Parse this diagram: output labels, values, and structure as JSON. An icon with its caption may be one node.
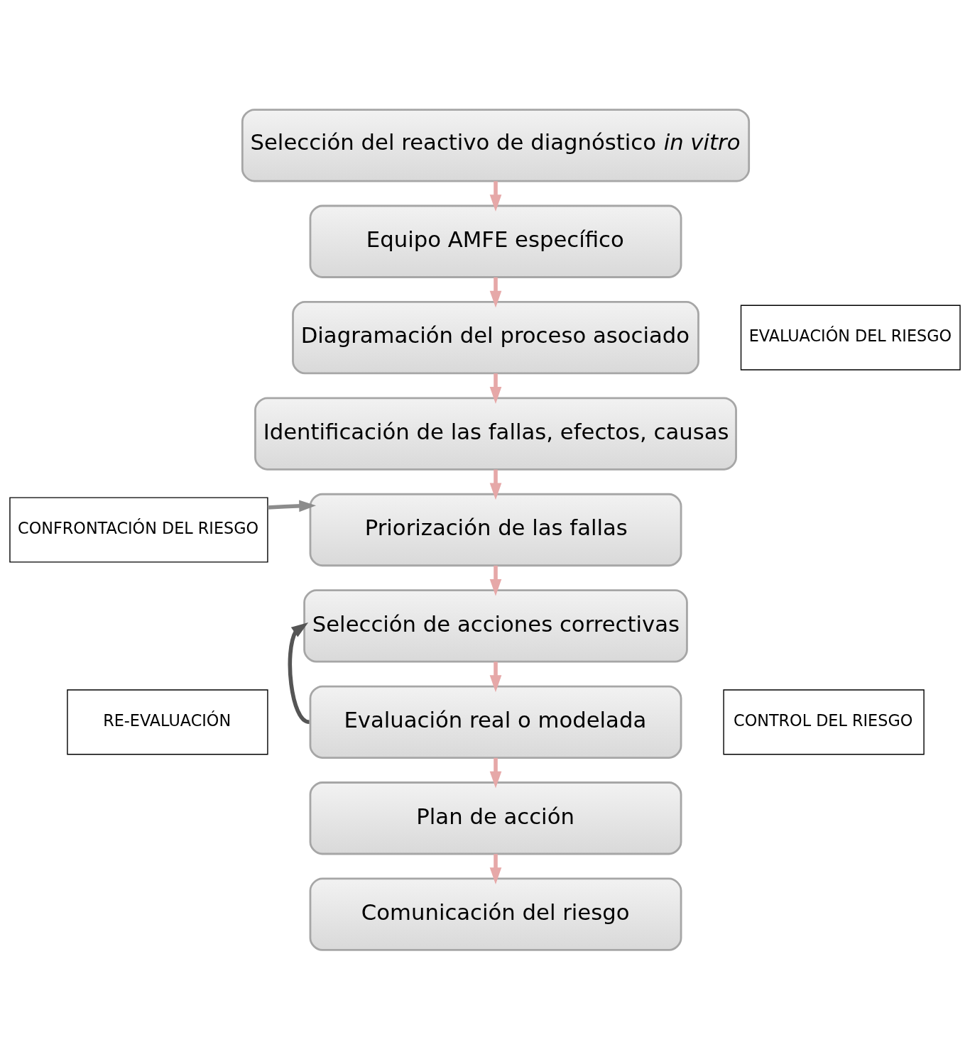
{
  "diagram": {
    "nodes": [
      {
        "text": [
          "Selección del reactivo de diagnóstico *in vitro*"
        ]
      },
      {
        "text": [
          "Equipo AMFE específico"
        ]
      },
      {
        "text": [
          "Diagramación del proceso asociado"
        ]
      },
      {
        "text": [
          "Identificación de las fallas, efectos, causas"
        ]
      },
      {
        "text": [
          "Priorización de las fallas"
        ]
      },
      {
        "text": [
          "Selección de acciones correctivas"
        ]
      },
      {
        "text": [
          "Evaluación real o modelada"
        ]
      },
      {
        "text": [
          "Plan de acción"
        ]
      },
      {
        "text": [
          "Comunicación del riesgo"
        ]
      },
      {
        "text": [
          "EVALUACIÓN DEL RIESGO"
        ]
      },
      {
        "text": [
          "CONFRONTACIÓN DEL RIESGO"
        ]
      },
      {
        "text": [
          "RE-EVALUACIÓN"
        ]
      },
      {
        "text": [
          "CONTROL DEL RIESGO"
        ]
      }
    ],
    "edges": [
      {
        "from": 0,
        "to": 1,
        "arrow": "to"
      },
      {
        "from": 1,
        "to": 2,
        "arrow": "to"
      },
      {
        "from": 2,
        "to": 3,
        "arrow": "to"
      },
      {
        "from": 3,
        "to": 4,
        "arrow": "to"
      },
      {
        "from": 4,
        "to": 5,
        "arrow": "to"
      },
      {
        "from": 5,
        "to": 6,
        "arrow": "to"
      },
      {
        "from": 6,
        "to": 7,
        "arrow": "to"
      },
      {
        "from": 7,
        "to": 8,
        "arrow": "to"
      },
      {
        "from": 10,
        "to": 4,
        "arrow": "to",
        "color": "#8c8c8c"
      },
      {
        "from": 6,
        "to": 5,
        "arrow": "to",
        "color": "#555555"
      }
    ]
  }
}
